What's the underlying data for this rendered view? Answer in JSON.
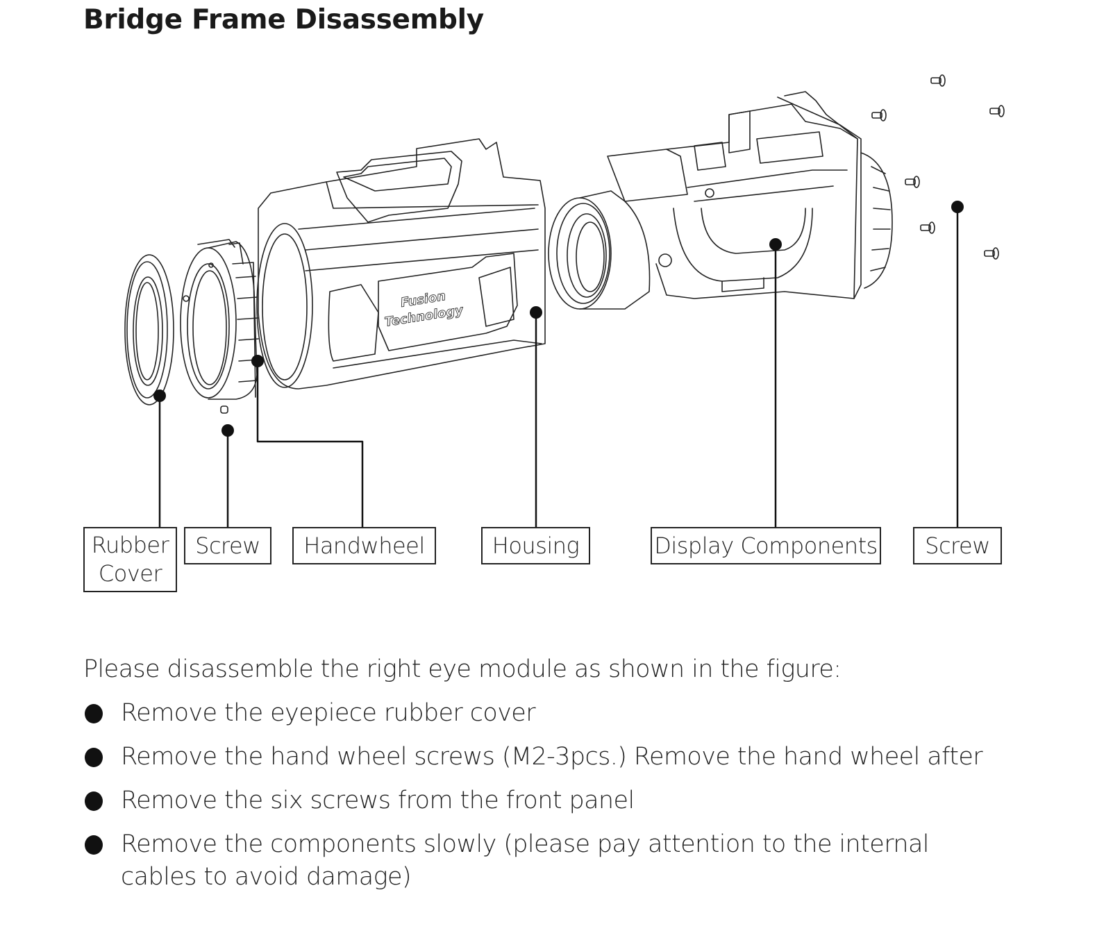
{
  "page": {
    "title": "Bridge Frame Disassembly"
  },
  "figure": {
    "description": "Exploded view of right eye module",
    "engraving": {
      "line1": "Fusion",
      "line2": "Technology"
    },
    "callouts": [
      {
        "id": "rubber-cover",
        "label_line1": "Rubber",
        "label_line2": "Cover"
      },
      {
        "id": "screw-left",
        "label": "Screw"
      },
      {
        "id": "handwheel",
        "label": "Handwheel"
      },
      {
        "id": "housing",
        "label": "Housing"
      },
      {
        "id": "display-components",
        "label": "Display Components"
      },
      {
        "id": "screw-right",
        "label": "Screw"
      }
    ]
  },
  "instructions": {
    "intro": "Please disassemble the right eye module as shown in the figure:",
    "steps": [
      "Remove the eyepiece rubber cover",
      "Remove the hand wheel screws (M2-3pcs.) Remove the hand wheel after",
      "Remove the six screws from the front panel",
      "Remove the components slowly (please pay attention to the internal cables to avoid damage)"
    ]
  }
}
